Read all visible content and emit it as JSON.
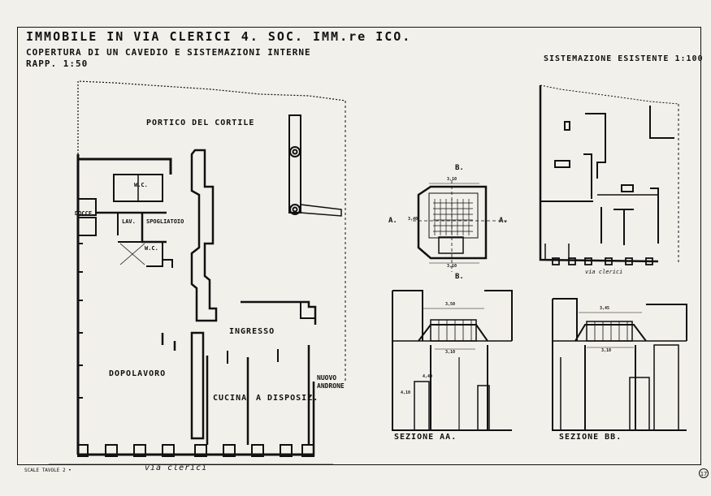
{
  "title": {
    "line1": "IMMOBILE IN VIA CLERICI 4.  SOC. IMM.re ICO.",
    "line2": "COPERTURA DI UN CAVEDIO E SISTEMAZIONI INTERNE",
    "line3": "RAPP. 1:50"
  },
  "existing_layout_label": "SISTEMAZIONE ESISTENTE 1:100",
  "plan_labels": {
    "portico": "PORTICO DEL CORTILE",
    "wc_top": "W.C.",
    "docce": "DOCCE",
    "lav": "LAV.",
    "spogliatoio": "SPOGLIATOIO",
    "wc_mid": "W.C.",
    "ingresso": "INGRESSO",
    "dopolavoro": "DOPOLAVORO",
    "nuovo_androne_1": "NUOVO",
    "nuovo_androne_2": "ANDRONE",
    "cucina": "CUCINA",
    "a_disposiz": "A DISPOSIZ.",
    "street": "via clerici",
    "street_small": "via clerici"
  },
  "sections": {
    "aa": "SEZIONE AA.",
    "bb": "SEZIONE BB.",
    "mark_b_top": "B.",
    "mark_b_bottom": "B.",
    "mark_a_left": "A.",
    "mark_a_right": "A.",
    "dim_plan_top": "3,10",
    "dim_plan_bottom": "3,10",
    "dim_plan_side": "3,40",
    "dim_aa_top": "3,50",
    "dim_aa_mid": "3,10",
    "dim_aa_h1": "4,40",
    "dim_aa_h2": "4,10",
    "dim_bb_top": "3,45",
    "dim_bb_mid": "3,10"
  },
  "footer": {
    "left_note": "SCALE TAVOLE 2 •",
    "sheet_number": "17"
  }
}
